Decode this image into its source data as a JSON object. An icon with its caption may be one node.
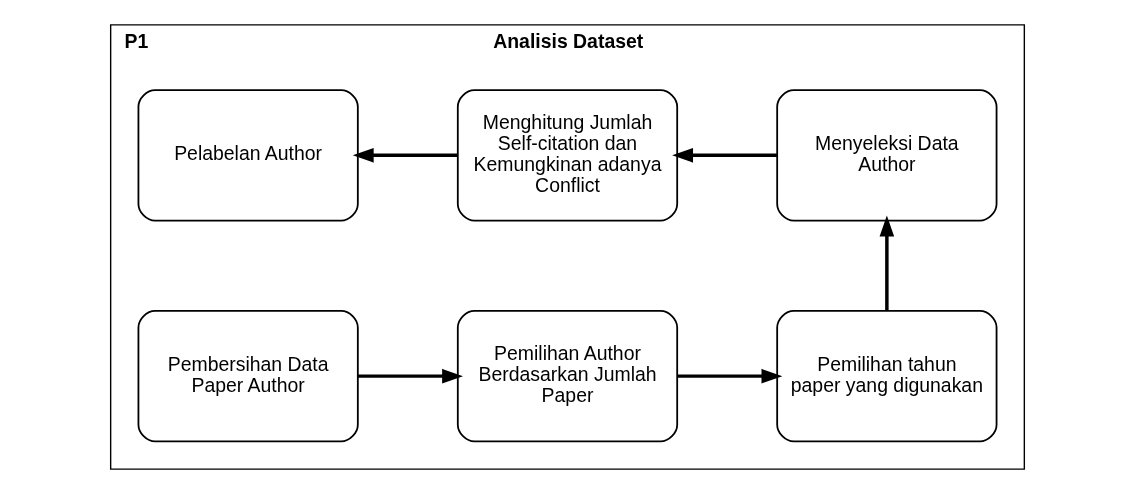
{
  "diagram": {
    "nodes": [
      {
        "text": [
          "P1",
          "Analisis Dataset"
        ]
      },
      {
        "text": [
          "Pembersihan Data Paper Author"
        ],
        "in": 0
      },
      {
        "text": [
          "Pemilihan Author Berdasarkan Jumlah Paper"
        ],
        "in": 0
      },
      {
        "text": [
          "Pemilihan tahun paper yang digunakan"
        ],
        "in": 0
      },
      {
        "text": [
          "Menyeleksi Data Author"
        ],
        "in": 0
      },
      {
        "text": [
          "Menghitung Jumlah Self-citation dan Kemungkinan adanya Conflict"
        ],
        "in": 0
      },
      {
        "text": [
          "Pelabelan Author"
        ],
        "in": 0
      }
    ],
    "edges": [
      {
        "from": 1,
        "to": 2,
        "arrow": "to"
      },
      {
        "from": 2,
        "to": 3,
        "arrow": "to"
      },
      {
        "from": 3,
        "to": 4,
        "arrow": "to"
      },
      {
        "from": 4,
        "to": 5,
        "arrow": "to"
      },
      {
        "from": 5,
        "to": 6,
        "arrow": "to"
      }
    ]
  }
}
